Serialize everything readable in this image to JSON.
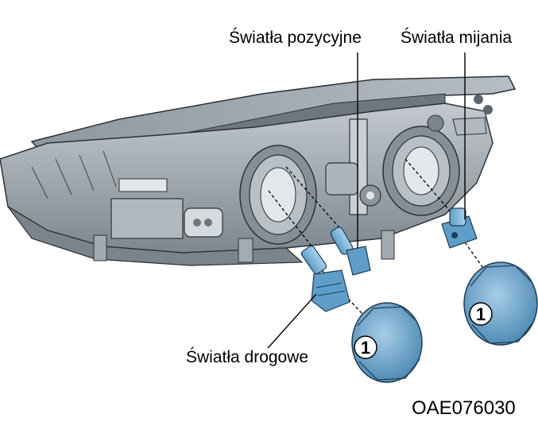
{
  "labels": {
    "position_lights": "Światła pozycyjne",
    "low_beam": "Światła mijania",
    "high_beam": "Światła drogowe",
    "figure_code": "OAE076030"
  },
  "callouts": {
    "cover_left": "1",
    "cover_right": "1"
  },
  "colors": {
    "housing": "#9aa3aa",
    "housing_dark": "#5f676e",
    "accent_blue": "#6fa9cf",
    "cover_blue": "#7fb3d6"
  }
}
